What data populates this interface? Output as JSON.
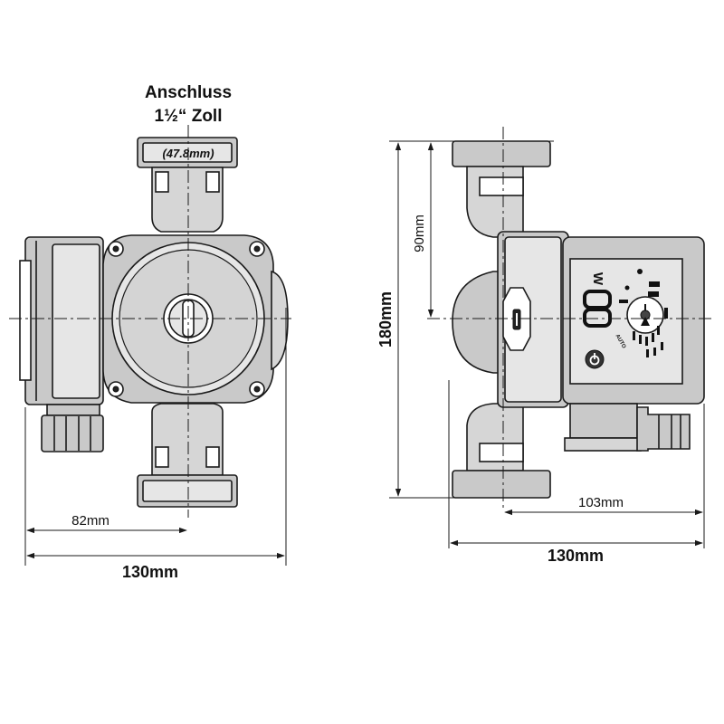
{
  "connection": {
    "title": "Anschluss",
    "size": "1½“ Zoll",
    "diameter": "(47.8mm)"
  },
  "front_view": {
    "width_label": "130mm",
    "offset_label": "82mm"
  },
  "side_view": {
    "height_label": "180mm",
    "half_height_label": "90mm",
    "depth_label": "103mm",
    "width_label": "130mm"
  },
  "control_panel": {
    "watt_label": "W",
    "auto_label": "AUTO"
  },
  "colors": {
    "line": "#1a1a1a",
    "housing": "#c9c9c9",
    "background": "#ffffff"
  }
}
